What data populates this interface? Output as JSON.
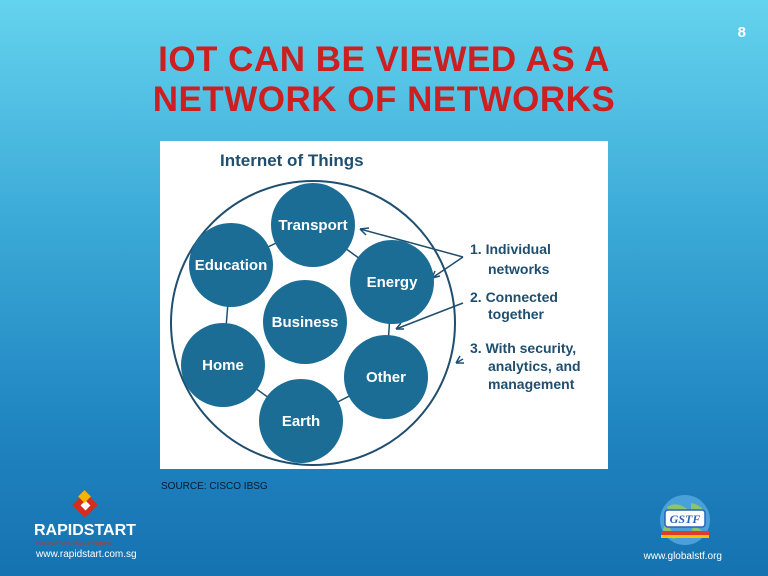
{
  "slide": {
    "page_number": "8",
    "title_line1": "IOT CAN BE VIEWED AS A",
    "title_line2": "NETWORK OF NETWORKS"
  },
  "diagram": {
    "title": "Internet of Things",
    "nodes": {
      "transport": "Transport",
      "education": "Education",
      "energy": "Energy",
      "business": "Business",
      "home": "Home",
      "other": "Other",
      "earth": "Earth"
    },
    "list": {
      "item1_line1": "1. Individual",
      "item1_line2": "networks",
      "item2_line1": "2. Connected",
      "item2_line2": "together",
      "item3_line1": "3. With security,",
      "item3_line2": "analytics, and",
      "item3_line3": "management"
    },
    "colors": {
      "node_fill": "#1b6d95",
      "outline": "#1f4e6e"
    }
  },
  "source": "SOURCE: CISCO IBSG",
  "footer": {
    "left_brand": "RAPIDSTART",
    "left_tagline": "FOR STARTUPS, FROM STARTUPS",
    "left_url": "www.rapidstart.com.sg",
    "right_brand": "GSTF",
    "right_url": "www.globalstf.org"
  }
}
